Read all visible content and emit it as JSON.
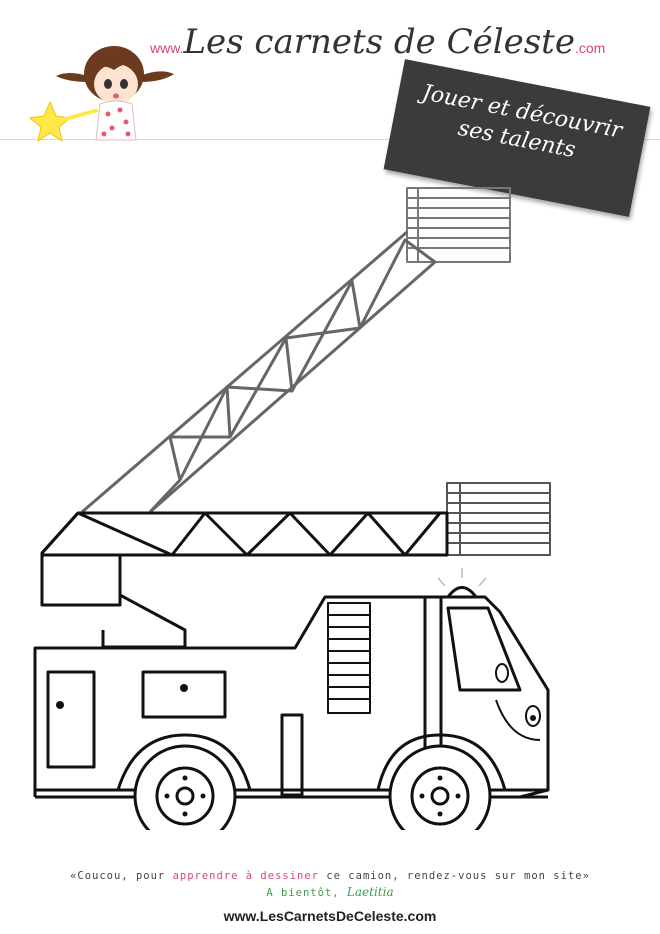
{
  "header": {
    "title_prefix": "www.",
    "title_main": "Les carnets de Céleste",
    "title_suffix": ".com",
    "banner_line1": "Jouer et découvrir",
    "banner_line2": "ses talents"
  },
  "caption": {
    "part1": "«Coucou, pour ",
    "highlight": "apprendre à dessiner",
    "part2": " ce camion, rendez-vous sur mon site»",
    "signoff_prefix": "A bientôt, ",
    "signature": "Laetitia"
  },
  "footer": {
    "url": "www.LesCarnetsDeCeleste.com"
  },
  "colors": {
    "accent": "#d9447e",
    "green": "#3aa04a",
    "banner": "#3b3b3b"
  }
}
